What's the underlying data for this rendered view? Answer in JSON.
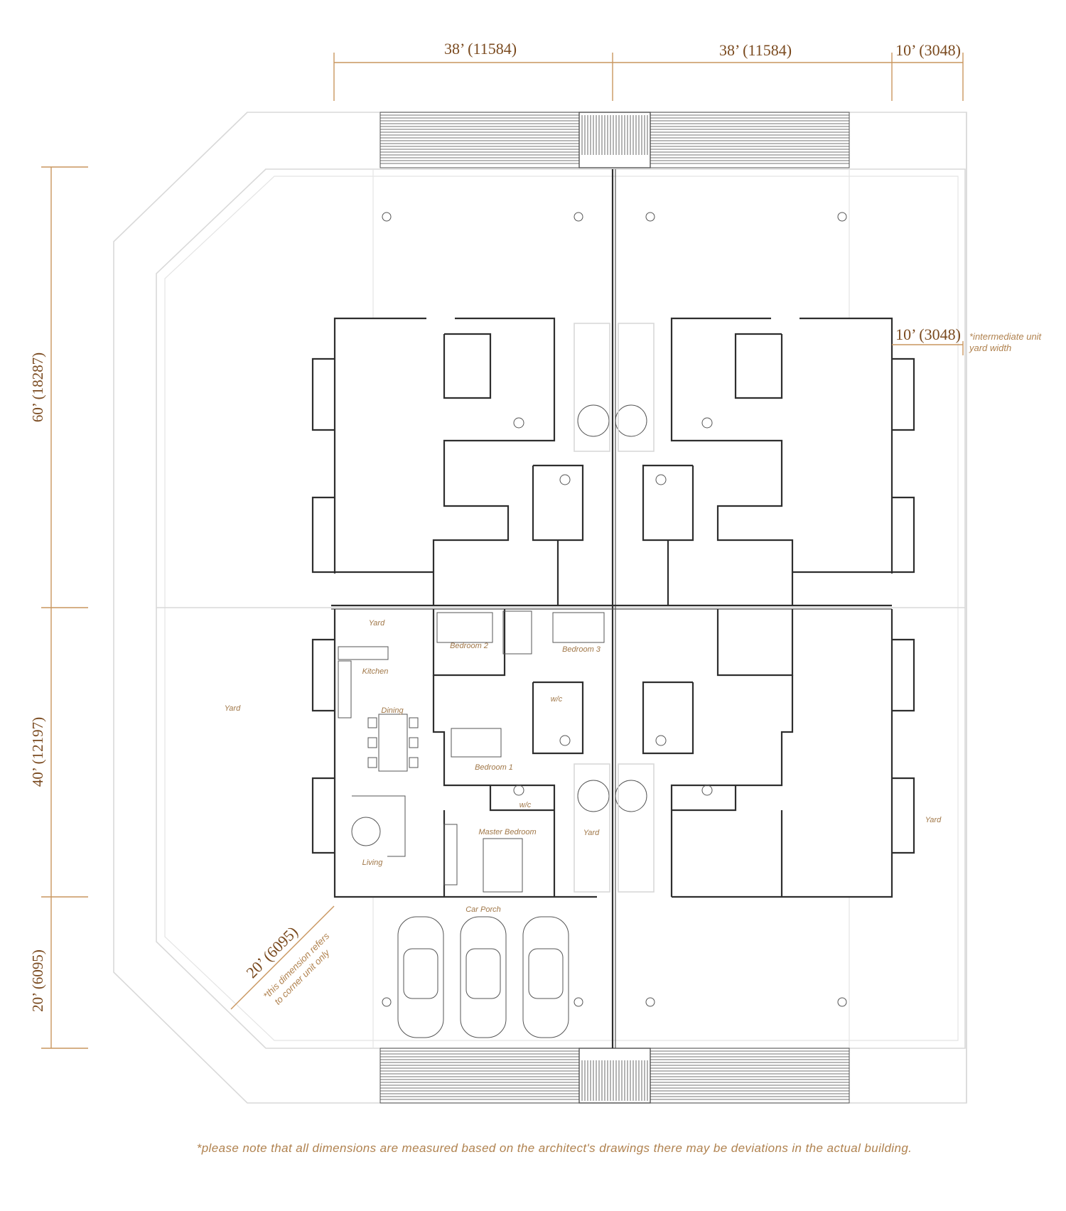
{
  "dimensions": {
    "top": [
      "38’ (11584)",
      "38’ (11584)",
      "10’ (3048)"
    ],
    "left": [
      "60’ (18287)",
      "40’ (12197)",
      "20’ (6095)"
    ],
    "yard_width": "10’ (3048)",
    "corner": "20’ (6095)"
  },
  "notes": {
    "yard_width_line1": "*intermediate unit",
    "yard_width_line2": "yard width",
    "corner_line1": "*this dimension refers",
    "corner_line2": "to corner unit only",
    "footer": "*please note that all dimensions are measured based on the architect's drawings there may be deviations in the actual building."
  },
  "rooms": {
    "yard_top": "Yard",
    "bedroom2": "Bedroom 2",
    "bedroom3": "Bedroom 3",
    "kitchen": "Kitchen",
    "yard_left": "Yard",
    "dining": "Dining",
    "wc1": "w/c",
    "bedroom1": "Bedroom 1",
    "wc2": "w/c",
    "master": "Master Bedroom",
    "yard_mid": "Yard",
    "living": "Living",
    "yard_right": "Yard",
    "porch": "Car Porch"
  },
  "colors": {
    "dimension": "#c9965f",
    "dimension_text": "#7a4a1f",
    "note_text": "#b0824f",
    "wall": "#2e2e2e",
    "site_outline": "#d9d9d9"
  }
}
